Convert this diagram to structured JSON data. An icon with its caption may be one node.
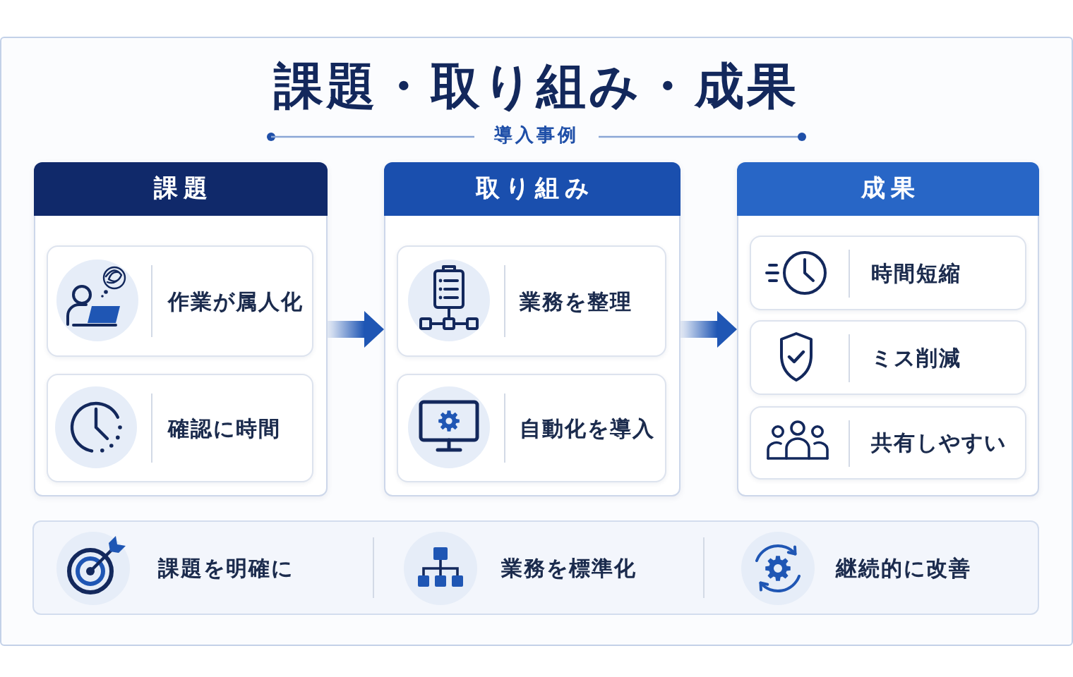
{
  "diagram": {
    "title": "課題・取り組み・成果",
    "nodes": [
      {
        "text": [
          "課題"
        ]
      },
      {
        "text": [
          "作業が属人化"
        ],
        "in": 0
      },
      {
        "text": [
          "確認に時間"
        ],
        "in": 0
      },
      {
        "text": [
          "取り組み"
        ]
      },
      {
        "text": [
          "業務を整理"
        ],
        "in": 3
      },
      {
        "text": [
          "自動化を導入"
        ],
        "in": 3
      },
      {
        "text": [
          "成果"
        ]
      },
      {
        "text": [
          "時間短縮"
        ],
        "in": 6
      },
      {
        "text": [
          "ミス削減"
        ],
        "in": 6
      },
      {
        "text": [
          "共有しやすい"
        ],
        "in": 6
      },
      {
        "text": [
          "課題を明確に",
          "業務を標準化",
          "継続的に改善"
        ]
      }
    ],
    "edges": [
      {
        "from": 0,
        "to": 3,
        "arrow": "to"
      },
      {
        "from": 3,
        "to": 6,
        "arrow": "to"
      }
    ],
    "labels": [
      "導入事例"
    ]
  }
}
